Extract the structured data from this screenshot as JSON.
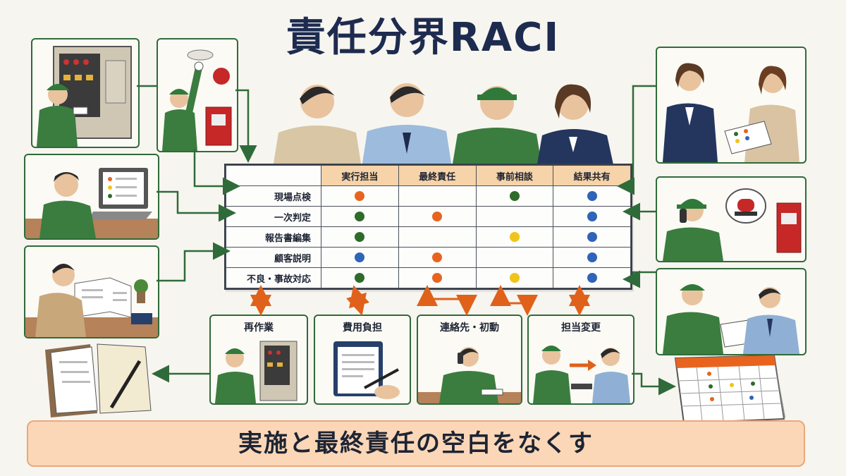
{
  "title": "責任分界RACI",
  "table": {
    "columns": [
      "実行担当",
      "最終責任",
      "事前相談",
      "結果共有"
    ],
    "rows": [
      {
        "label": "現場点検",
        "cells": [
          "orange",
          "",
          "green",
          "blue"
        ]
      },
      {
        "label": "一次判定",
        "cells": [
          "green",
          "orange",
          "",
          "blue"
        ]
      },
      {
        "label": "報告書編集",
        "cells": [
          "green",
          "",
          "yellow",
          "blue"
        ]
      },
      {
        "label": "顧客説明",
        "cells": [
          "blue",
          "orange",
          "",
          "blue"
        ]
      },
      {
        "label": "不良・事故対応",
        "cells": [
          "green",
          "orange",
          "yellow",
          "blue"
        ]
      }
    ]
  },
  "colors": {
    "orange": "#e8641e",
    "green": "#2f6b2a",
    "blue": "#2f64b8",
    "yellow": "#f0c419",
    "panel_border": "#2f6b3a",
    "arrow_orange": "#e0611a",
    "title": "#1d2b4f"
  },
  "bottom_boxes": [
    "再作業",
    "費用負担",
    "連絡先・初動",
    "担当変更"
  ],
  "banner": "実施と最終責任の空白をなくす"
}
